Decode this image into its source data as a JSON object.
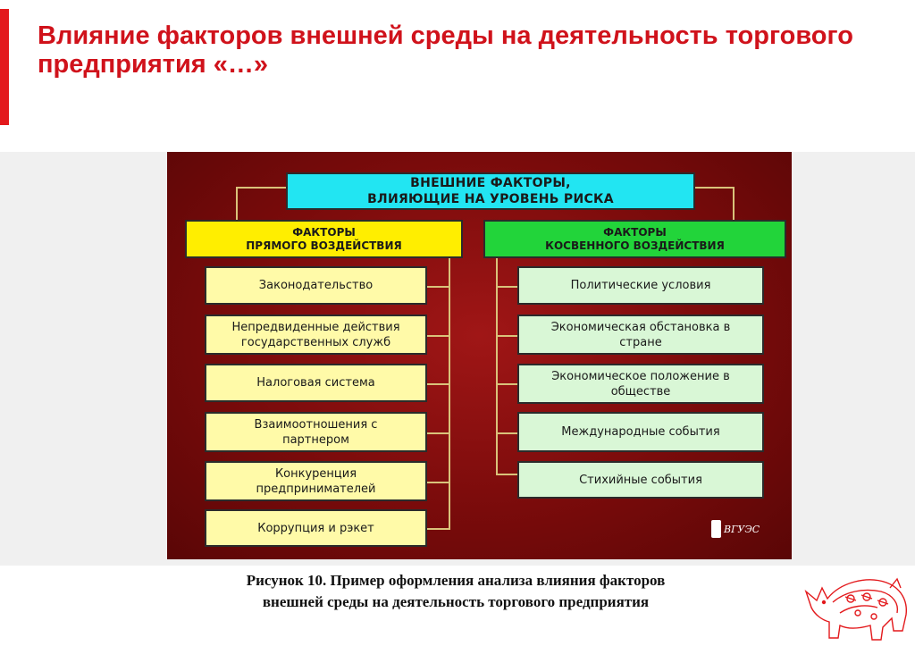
{
  "slide": {
    "title": "Влияние факторов внешней среды на деятельность торгового предприятия «…»",
    "accent_color": "#e3191c"
  },
  "diagram": {
    "top": "ВНЕШНИЕ ФАКТОРЫ,\nВЛИЯЮЩИЕ НА УРОВЕНЬ РИСКА",
    "direct": {
      "header": "ФАКТОРЫ\nПРЯМОГО ВОЗДЕЙСТВИЯ",
      "items": [
        "Законодательство",
        "Непредвиденные действия\nгосударственных служб",
        "Налоговая система",
        "Взаимоотношения с\nпартнером",
        "Конкуренция\nпредпринимателей",
        "Коррупция и рэкет"
      ]
    },
    "indirect": {
      "header": "ФАКТОРЫ\nКОСВЕННОГО ВОЗДЕЙСТВИЯ",
      "items": [
        "Политические условия",
        "Экономическая обстановка в\nстране",
        "Экономическое положение в\nобществе",
        "Международные события",
        "Стихийные события"
      ]
    },
    "logo_text": "ВГУЭС"
  },
  "caption": {
    "line1": "Рисунок 10. Пример оформления анализа влияния факторов",
    "line2": "внешней среды на деятельность торгового предприятия"
  }
}
